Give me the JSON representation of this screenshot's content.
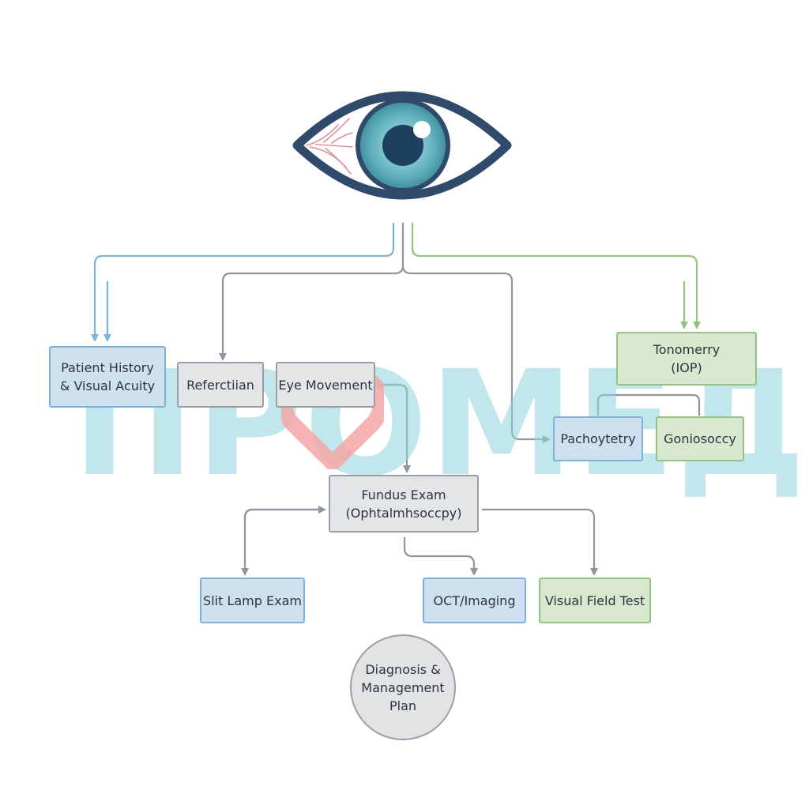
{
  "nodes": {
    "history": "Patient History\n& Visual Acuity",
    "refraction": "Referctiian",
    "eye_movement": "Eye Movement",
    "tonometry": "Tonomerry\n(IOP)",
    "pachymetry": "Pachoytetry",
    "gonioscopy": "Goniosoccy",
    "fundus": "Fundus Exam\n(Ophtalmhsoccpy)",
    "slit_lamp": "Slit Lamp Exam",
    "oct": "OCT/Imaging",
    "visual_field": "Visual Field Test",
    "diagnosis": "Diagnosis &\nManagement\nPlan"
  },
  "watermark": {
    "text": "ПРОМЕД",
    "color": "#8fd3dc"
  },
  "colors": {
    "blue_line": "#7fb0d6",
    "green_line": "#93c283",
    "gray_line": "#8f959b",
    "eye_outline": "#2f4a6a",
    "iris": "#5aaab8"
  }
}
